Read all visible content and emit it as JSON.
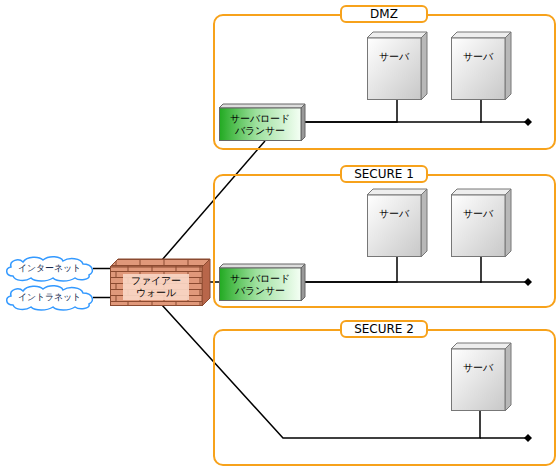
{
  "diagram": {
    "nodes": [
      {
        "text": [
          "DMZ"
        ]
      },
      {
        "text": [
          "サーバ"
        ],
        "in": 0
      },
      {
        "text": [
          "サーバ"
        ],
        "in": 0
      },
      {
        "text": [
          "サーバロード バランサー"
        ],
        "in": 0
      },
      {
        "text": [
          "SECURE 1"
        ]
      },
      {
        "text": [
          "サーバ"
        ],
        "in": 4
      },
      {
        "text": [
          "サーバ"
        ],
        "in": 4
      },
      {
        "text": [
          "サーバロード バランサー"
        ],
        "in": 4
      },
      {
        "text": [
          "SECURE 2"
        ]
      },
      {
        "text": [
          "サーバ"
        ],
        "in": 8
      },
      {
        "text": [
          "インターネット"
        ]
      },
      {
        "text": [
          "イントラネット"
        ]
      },
      {
        "text": [
          "ファイアー ウォール"
        ]
      }
    ],
    "edges": [
      {
        "from": 10,
        "to": 12,
        "arrow": "none"
      },
      {
        "from": 11,
        "to": 12,
        "arrow": "none"
      },
      {
        "from": 12,
        "to": 3,
        "arrow": "none"
      },
      {
        "from": 12,
        "to": 7,
        "arrow": "none"
      },
      {
        "from": 3,
        "to": 1,
        "arrow": "none"
      },
      {
        "from": 3,
        "to": 2,
        "arrow": "none"
      },
      {
        "from": 7,
        "to": 5,
        "arrow": "none"
      },
      {
        "from": 7,
        "to": 6,
        "arrow": "none"
      },
      {
        "from": 12,
        "to": 9,
        "arrow": "none"
      }
    ]
  }
}
